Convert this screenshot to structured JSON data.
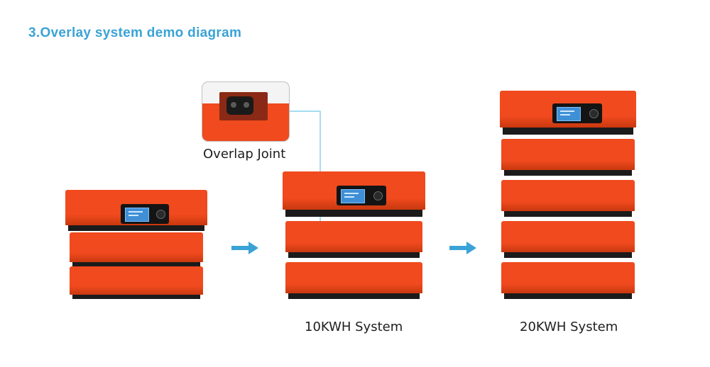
{
  "title": "3.Overlay system demo diagram",
  "labels": {
    "overlap_joint": "Overlap Joint",
    "system_10kwh": "10KWH System",
    "system_20kwh": "20KWH System"
  },
  "colors": {
    "title": "#3aa3d6",
    "battery_orange": "#f04a1e",
    "battery_shadow": "#c8380f",
    "battery_base": "#1b1b1b",
    "arrow": "#3aa3d6",
    "leader_line": "#6ec7e6"
  },
  "icons": {
    "arrow": "right-arrow-icon",
    "joint": "connector-socket-icon",
    "display": "lcd-display-icon",
    "button": "power-knob-icon"
  }
}
